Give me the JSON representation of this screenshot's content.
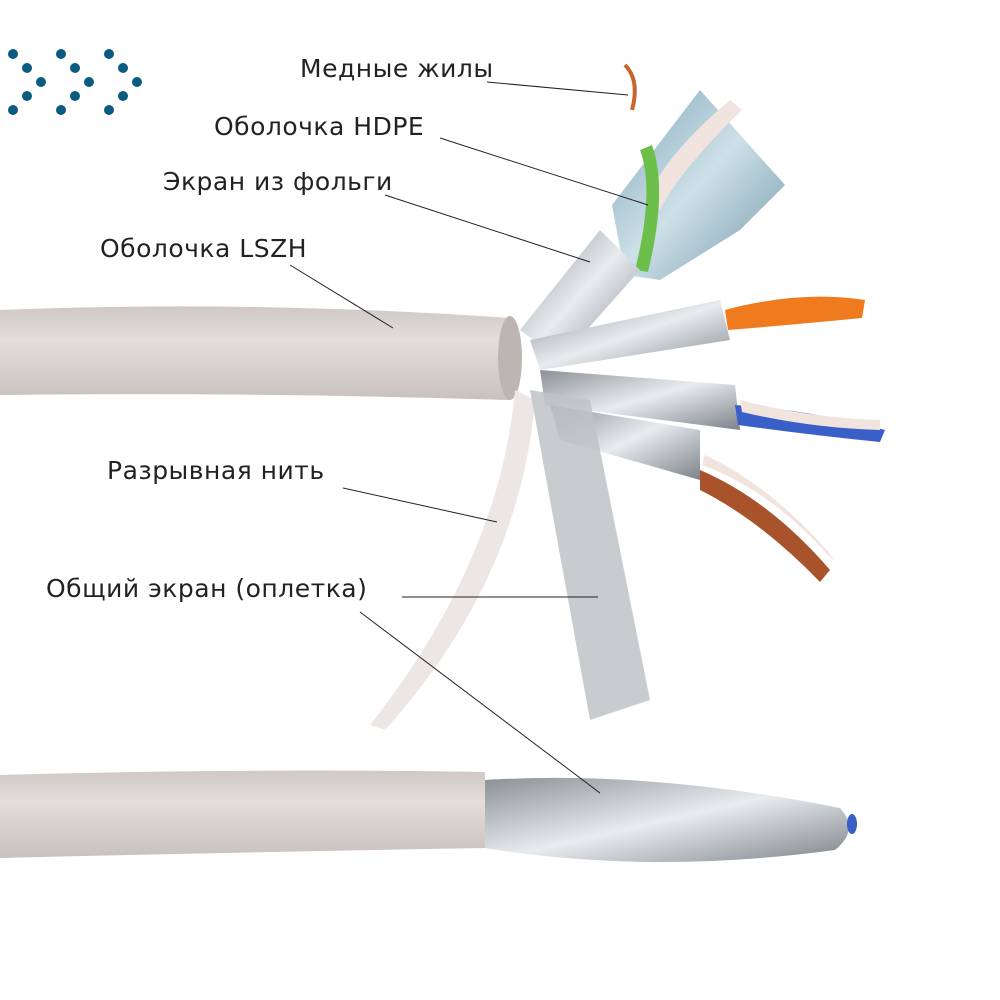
{
  "labels": {
    "copper": "Медные жилы",
    "hdpe": "Оболочка HDPE",
    "foil": "Экран из фольги",
    "lszh": "Оболочка LSZH",
    "ripcord": "Разрывная нить",
    "braid": "Общий экран (оплетка)"
  },
  "colors": {
    "logo": "#0b5b80",
    "jacket": "#d8d2cf",
    "orange": "#f07a1e",
    "blue": "#3b5fc8",
    "brown": "#a8532b",
    "green": "#6cbf4a"
  }
}
